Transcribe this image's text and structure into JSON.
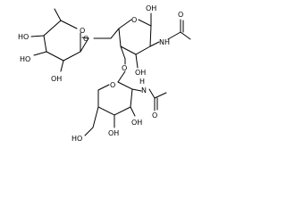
{
  "labels": {
    "ring1_O": "O",
    "ring2_O": "O",
    "ring3_O": "O",
    "link_O_6": "O",
    "link_O_4": "O",
    "ho_r1_a": "HO",
    "ho_r1_b": "HO",
    "oh_r1_c": "OH",
    "oh_anomeric": "OH",
    "nh_r2": "NH",
    "o_acetyl_2": "O",
    "oh_r2_3": "OH",
    "h_r3": "H",
    "n_r3": "N",
    "o_acetyl_3": "O",
    "oh_r3_3": "OH",
    "oh_r3_4": "OH",
    "ho_r3_6": "HO"
  },
  "colors": {
    "bond": "#000000",
    "text": "#000000",
    "background": "#ffffff"
  }
}
